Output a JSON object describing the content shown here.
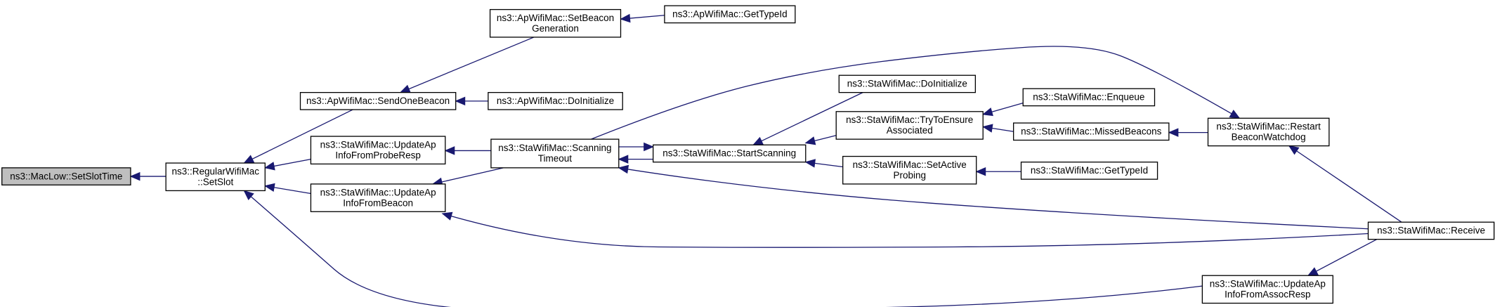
{
  "graph": {
    "title": "",
    "colors": {
      "edge": "#191970",
      "root_fill": "#bfbfbf",
      "node_fill": "#ffffff",
      "node_border": "#000000"
    },
    "nodes": [
      {
        "id": "setslottime",
        "lines": [
          "ns3::MacLow::SetSlotTime"
        ],
        "root": true
      },
      {
        "id": "regularsetslot",
        "lines": [
          "ns3::RegularWifiMac",
          "::SetSlot"
        ]
      },
      {
        "id": "sendonebeacon",
        "lines": [
          "ns3::ApWifiMac::SendOneBeacon"
        ]
      },
      {
        "id": "updateprobe",
        "lines": [
          "ns3::StaWifiMac::UpdateAp",
          "InfoFromProbeResp"
        ]
      },
      {
        "id": "updatebeacon",
        "lines": [
          "ns3::StaWifiMac::UpdateAp",
          "InfoFromBeacon"
        ]
      },
      {
        "id": "setbeacongen",
        "lines": [
          "ns3::ApWifiMac::SetBeacon",
          "Generation"
        ]
      },
      {
        "id": "apgettypeid",
        "lines": [
          "ns3::ApWifiMac::GetTypeId"
        ]
      },
      {
        "id": "apdoinit",
        "lines": [
          "ns3::ApWifiMac::DoInitialize"
        ]
      },
      {
        "id": "scanningtimeout",
        "lines": [
          "ns3::StaWifiMac::Scanning",
          "Timeout"
        ]
      },
      {
        "id": "startscanning",
        "lines": [
          "ns3::StaWifiMac::StartScanning"
        ]
      },
      {
        "id": "stadoinit",
        "lines": [
          "ns3::StaWifiMac::DoInitialize"
        ]
      },
      {
        "id": "trytoensure",
        "lines": [
          "ns3::StaWifiMac::TryToEnsure",
          "Associated"
        ]
      },
      {
        "id": "setactiveprobing",
        "lines": [
          "ns3::StaWifiMac::SetActive",
          "Probing"
        ]
      },
      {
        "id": "enqueue",
        "lines": [
          "ns3::StaWifiMac::Enqueue"
        ]
      },
      {
        "id": "missedbeacons",
        "lines": [
          "ns3::StaWifiMac::MissedBeacons"
        ]
      },
      {
        "id": "stagettypeid",
        "lines": [
          "ns3::StaWifiMac::GetTypeId"
        ]
      },
      {
        "id": "restartwatchdog",
        "lines": [
          "ns3::StaWifiMac::Restart",
          "BeaconWatchdog"
        ]
      },
      {
        "id": "receive",
        "lines": [
          "ns3::StaWifiMac::Receive"
        ]
      },
      {
        "id": "updateassoc",
        "lines": [
          "ns3::StaWifiMac::UpdateAp",
          "InfoFromAssocResp"
        ]
      }
    ],
    "edges": [
      {
        "from": "regularsetslot",
        "to": "setslottime"
      },
      {
        "from": "sendonebeacon",
        "to": "regularsetslot"
      },
      {
        "from": "updateprobe",
        "to": "regularsetslot"
      },
      {
        "from": "updatebeacon",
        "to": "regularsetslot"
      },
      {
        "from": "updateassoc",
        "to": "regularsetslot"
      },
      {
        "from": "setbeacongen",
        "to": "sendonebeacon"
      },
      {
        "from": "apdoinit",
        "to": "sendonebeacon"
      },
      {
        "from": "apgettypeid",
        "to": "setbeacongen"
      },
      {
        "from": "scanningtimeout",
        "to": "updateprobe"
      },
      {
        "from": "scanningtimeout",
        "to": "updatebeacon"
      },
      {
        "from": "receive",
        "to": "updatebeacon"
      },
      {
        "from": "startscanning",
        "to": "scanningtimeout"
      },
      {
        "from": "receive",
        "to": "scanningtimeout"
      },
      {
        "from": "scanningtimeout",
        "to": "restartwatchdog"
      },
      {
        "from": "scanningtimeout",
        "to": "startscanning"
      },
      {
        "from": "stadoinit",
        "to": "startscanning"
      },
      {
        "from": "trytoensure",
        "to": "startscanning"
      },
      {
        "from": "setactiveprobing",
        "to": "startscanning"
      },
      {
        "from": "enqueue",
        "to": "trytoensure"
      },
      {
        "from": "missedbeacons",
        "to": "trytoensure"
      },
      {
        "from": "restartwatchdog",
        "to": "missedbeacons"
      },
      {
        "from": "stagettypeid",
        "to": "setactiveprobing"
      },
      {
        "from": "receive",
        "to": "restartwatchdog"
      },
      {
        "from": "receive",
        "to": "updateassoc"
      }
    ]
  }
}
